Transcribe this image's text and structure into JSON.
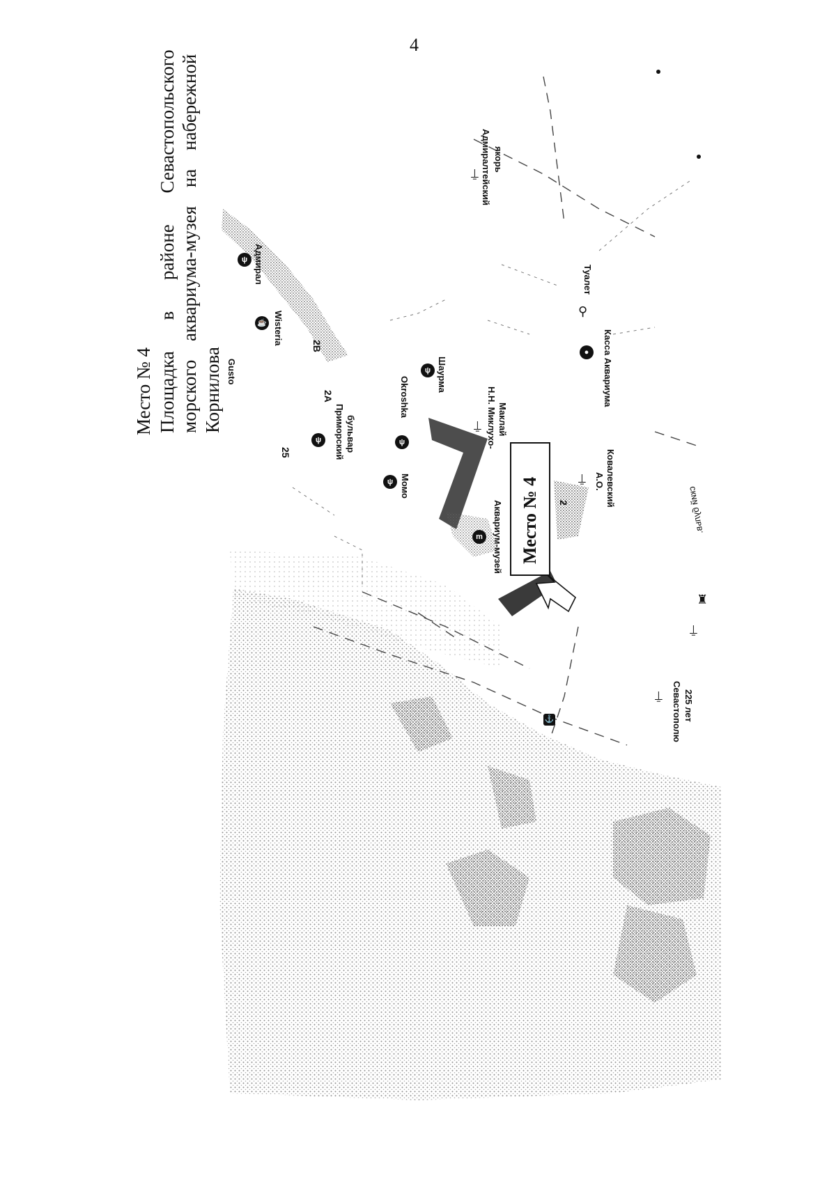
{
  "page_number": "4",
  "heading": {
    "line1": "Место № 4",
    "line2": "Площадка в районе Севастопольского",
    "line3": "морского аквариума-музея на набережной",
    "line4": "Корнилова"
  },
  "map": {
    "site_box_label": "Место № 4",
    "labels": {
      "gusto": "Gusto",
      "wisteria": "Wisteria",
      "admiral": "Адмирал",
      "admiralty_anchor_line1": "Адмиралтейский",
      "admiralty_anchor_line2": "якорь",
      "house_2b": "2B",
      "house_2a": "2А",
      "house_25": "25",
      "house_2": "2",
      "primorsky_line1": "Приморский",
      "primorsky_line2": "бульвар",
      "okroshka": "Okroshka",
      "shaurma": "Шаурма",
      "momo": "Момо",
      "miklukho_line1": "Н.Н. Миклухо-",
      "miklukho_line2": "Маклай",
      "kovalevsky_line1": "А.О.",
      "kovalevsky_line2": "Ковалевский",
      "toilet": "Туалет",
      "aquarium_ticket": "Касса Аквариума",
      "aquarium_museum": "Аквариум-музей",
      "sevastopol_line1": "Севастополю",
      "sevastopol_line2": "225 лет",
      "boulevard_street": "ский бульв."
    },
    "icons": [
      "restaurant-icon",
      "cafe-icon",
      "museum-icon",
      "monument-icon",
      "ticket-office-icon",
      "toilet-icon",
      "pier-icon"
    ],
    "colors": {
      "land_shade": "#9a9a9a",
      "building_dark": "#3a3a3a",
      "arrow_fill": "#ffffff"
    }
  }
}
